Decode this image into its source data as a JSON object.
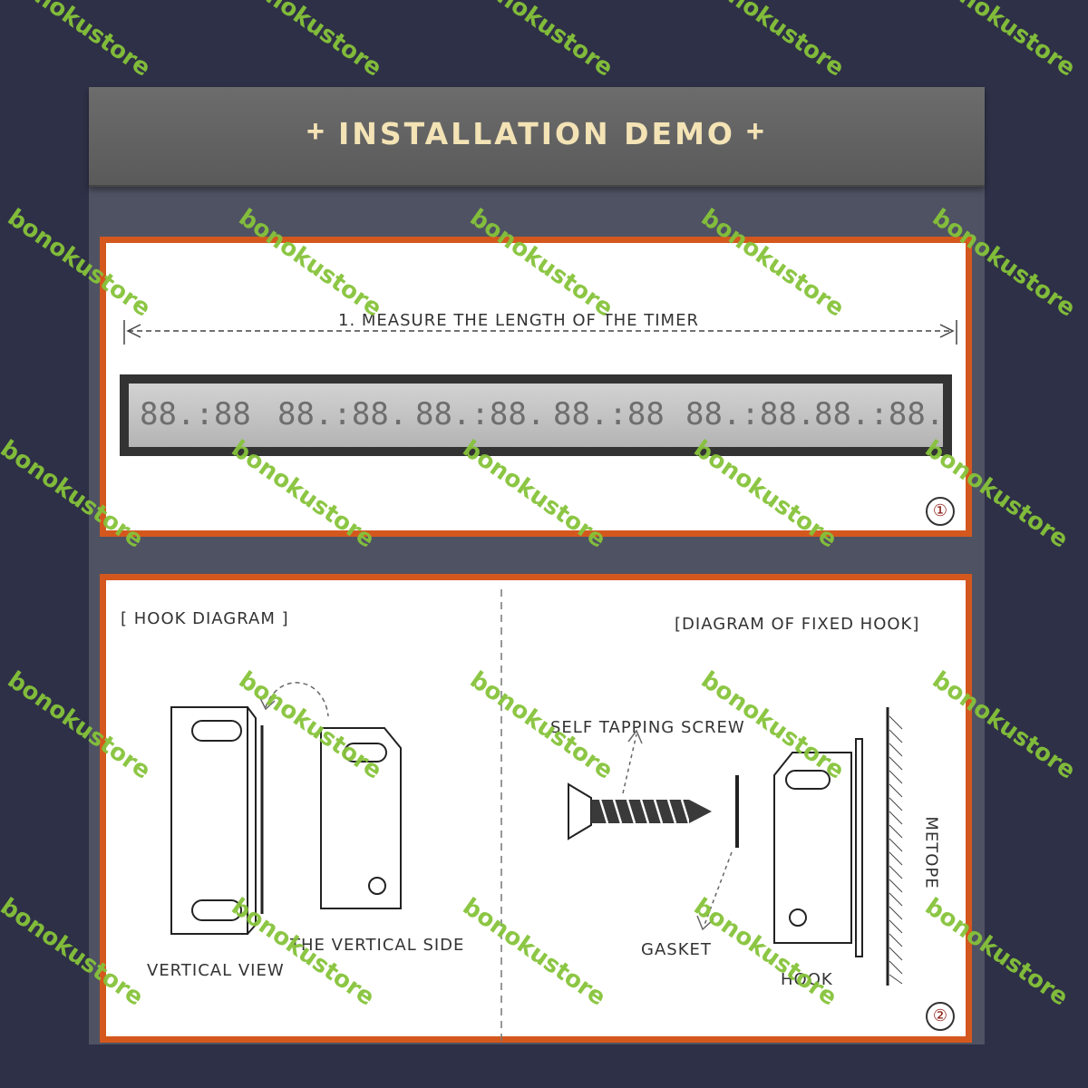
{
  "header": {
    "title": "INSTALLATION DEMO",
    "plus_left": "+",
    "plus_right": "+"
  },
  "step1": {
    "label": "1. MEASURE THE LENGTH OF THE TIMER",
    "digits": [
      "88.:88",
      "88.:88.",
      "88.:88.",
      "88.:88",
      "88.:88.",
      "88.:88."
    ],
    "number": "①"
  },
  "step2": {
    "left_title": "[ HOOK DIAGRAM ]",
    "right_title": "[DIAGRAM OF FIXED HOOK]",
    "vertical_view": "VERTICAL VIEW",
    "vertical_side": "THE VERTICAL SIDE",
    "screw": "SELF TAPPING SCREW",
    "gasket": "GASKET",
    "hook": "HOOK",
    "metope": "METOPE",
    "number": "②"
  },
  "watermark": "bonokustore"
}
